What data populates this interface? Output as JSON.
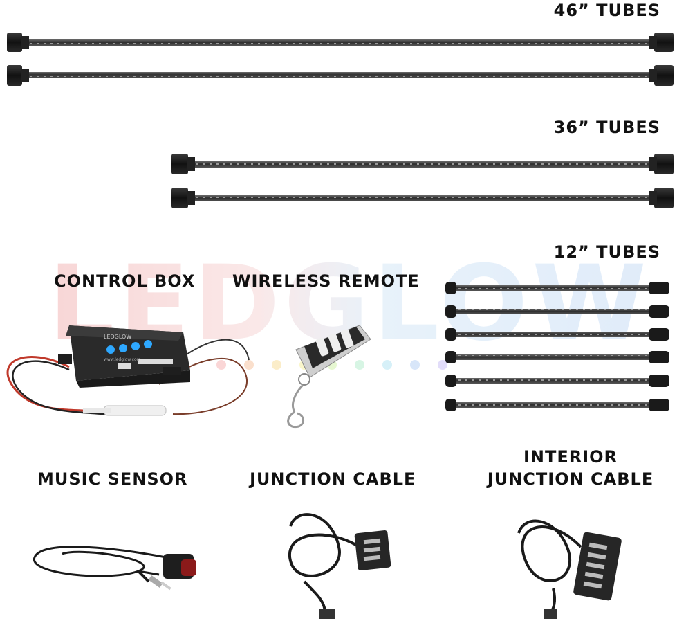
{
  "labels": {
    "tubes_46": "46” TUBES",
    "tubes_36": "36” TUBES",
    "tubes_12": "12” TUBES",
    "control_box": "CONTROL BOX",
    "wireless_remote": "WIRELESS REMOTE",
    "music_sensor": "MUSIC SENSOR",
    "junction_cable": "JUNCTION CABLE",
    "interior_junction_line1": "INTERIOR",
    "interior_junction_line2": "JUNCTION CABLE"
  },
  "watermark": {
    "brand": "LEDGLOW"
  },
  "control_box_text": {
    "brand": "LEDGLOW",
    "url": "www.ledglow.com"
  },
  "colors": {
    "tube_cap": "#1c1c1c",
    "tube_body": "#3a3a3a",
    "control_box": "#2a2a2a",
    "button_blue": "#2ea8ff",
    "wire_red": "#c0392b",
    "sensor_red": "#8b1a1a"
  }
}
